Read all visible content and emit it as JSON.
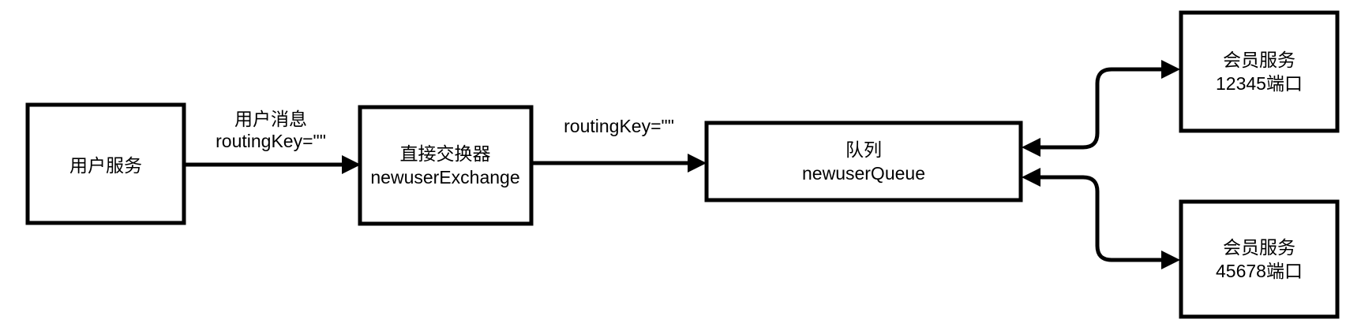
{
  "diagram": {
    "title": "RabbitMQ direct exchange message flow",
    "background_color": "#ffffff",
    "stroke_color": "#000000",
    "nodes": {
      "user_service": {
        "label": "用户服务"
      },
      "exchange": {
        "line1": "直接交换器",
        "line2": "newuserExchange"
      },
      "queue": {
        "line1": "队列",
        "line2": "newuserQueue"
      },
      "member_service_1": {
        "line1": "会员服务",
        "line2": "12345端口"
      },
      "member_service_2": {
        "line1": "会员服务",
        "line2": "45678端口"
      }
    },
    "edges": {
      "user_to_exchange": {
        "label_line1": "用户消息",
        "label_line2": "routingKey=\"\""
      },
      "exchange_to_queue": {
        "label": "routingKey=\"\""
      },
      "queue_to_member_1": {
        "label": ""
      },
      "queue_to_member_2": {
        "label": ""
      }
    }
  }
}
